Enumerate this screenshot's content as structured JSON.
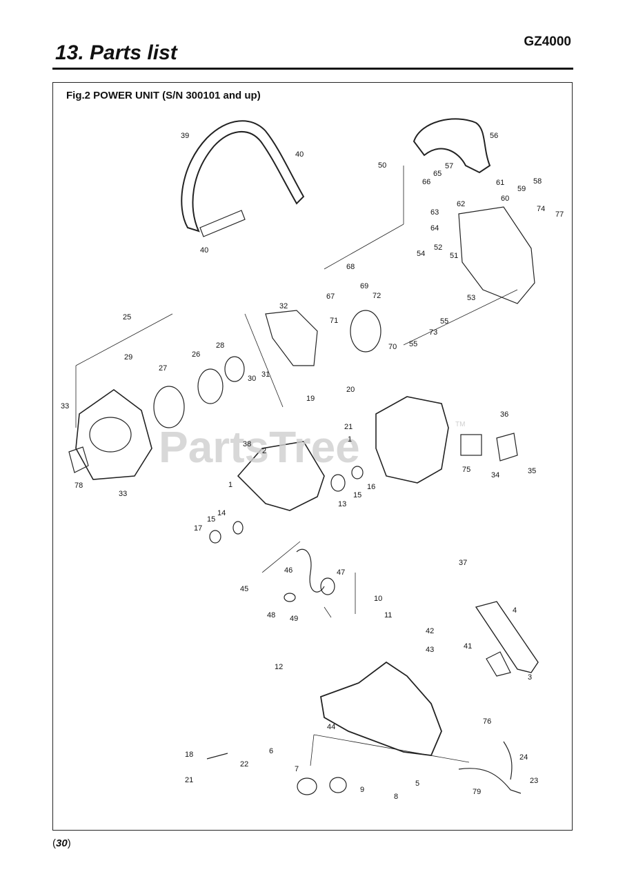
{
  "header": {
    "title": "13. Parts list",
    "model": "GZ4000"
  },
  "figure": {
    "title": "Fig.2 POWER UNIT (S/N 300101 and up)",
    "watermark": "PartsTree",
    "watermark_tm": "TM"
  },
  "callouts": [
    {
      "n": "39"
    },
    {
      "n": "40"
    },
    {
      "n": "40"
    },
    {
      "n": "50"
    },
    {
      "n": "56"
    },
    {
      "n": "57"
    },
    {
      "n": "65"
    },
    {
      "n": "66"
    },
    {
      "n": "61"
    },
    {
      "n": "58"
    },
    {
      "n": "59"
    },
    {
      "n": "60"
    },
    {
      "n": "62"
    },
    {
      "n": "74"
    },
    {
      "n": "77"
    },
    {
      "n": "63"
    },
    {
      "n": "64"
    },
    {
      "n": "52"
    },
    {
      "n": "54"
    },
    {
      "n": "51"
    },
    {
      "n": "68"
    },
    {
      "n": "69"
    },
    {
      "n": "67"
    },
    {
      "n": "72"
    },
    {
      "n": "71"
    },
    {
      "n": "53"
    },
    {
      "n": "55"
    },
    {
      "n": "73"
    },
    {
      "n": "55"
    },
    {
      "n": "70"
    },
    {
      "n": "25"
    },
    {
      "n": "32"
    },
    {
      "n": "29"
    },
    {
      "n": "27"
    },
    {
      "n": "26"
    },
    {
      "n": "28"
    },
    {
      "n": "30"
    },
    {
      "n": "31"
    },
    {
      "n": "20"
    },
    {
      "n": "19"
    },
    {
      "n": "21"
    },
    {
      "n": "36"
    },
    {
      "n": "33"
    },
    {
      "n": "38"
    },
    {
      "n": "2"
    },
    {
      "n": "1"
    },
    {
      "n": "75"
    },
    {
      "n": "34"
    },
    {
      "n": "35"
    },
    {
      "n": "78"
    },
    {
      "n": "33"
    },
    {
      "n": "1"
    },
    {
      "n": "16"
    },
    {
      "n": "15"
    },
    {
      "n": "13"
    },
    {
      "n": "15"
    },
    {
      "n": "14"
    },
    {
      "n": "17"
    },
    {
      "n": "37"
    },
    {
      "n": "46"
    },
    {
      "n": "47"
    },
    {
      "n": "45"
    },
    {
      "n": "10"
    },
    {
      "n": "4"
    },
    {
      "n": "48"
    },
    {
      "n": "49"
    },
    {
      "n": "11"
    },
    {
      "n": "42"
    },
    {
      "n": "43"
    },
    {
      "n": "41"
    },
    {
      "n": "12"
    },
    {
      "n": "3"
    },
    {
      "n": "76"
    },
    {
      "n": "44"
    },
    {
      "n": "18"
    },
    {
      "n": "6"
    },
    {
      "n": "24"
    },
    {
      "n": "22"
    },
    {
      "n": "7"
    },
    {
      "n": "21"
    },
    {
      "n": "9"
    },
    {
      "n": "5"
    },
    {
      "n": "23"
    },
    {
      "n": "79"
    },
    {
      "n": "8"
    }
  ],
  "footer": {
    "page_number": "30",
    "open_bracket": "(",
    "close_bracket": ")"
  }
}
